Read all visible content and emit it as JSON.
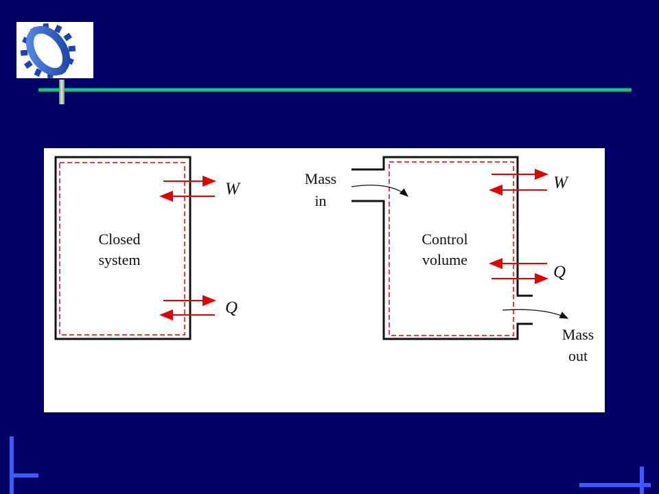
{
  "logo": {
    "icon": "gear-ring-logo"
  },
  "diagram": {
    "closed_system": {
      "label_line1": "Closed",
      "label_line2": "system",
      "work": "W",
      "heat": "Q"
    },
    "control_volume": {
      "label_line1": "Control",
      "label_line2": "volume",
      "work": "W",
      "heat": "Q",
      "mass_in_line1": "Mass",
      "mass_in_line2": "in",
      "mass_out_line1": "Mass",
      "mass_out_line2": "out"
    },
    "colors": {
      "boundary": "#111111",
      "dashed_boundary": "#e00000",
      "arrows": "#e00000"
    }
  },
  "colors": {
    "background": "#000066",
    "rule": "#2fd69a",
    "corner_marks": "#3b5bff"
  }
}
